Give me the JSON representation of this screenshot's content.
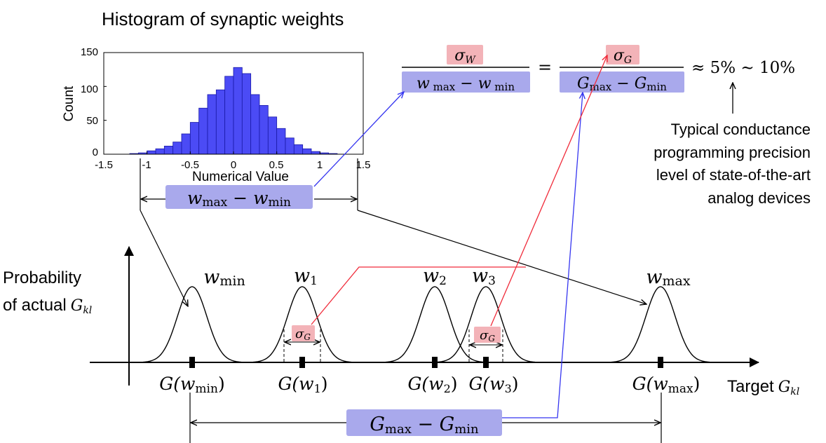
{
  "colors": {
    "hist_bar": "#4b4bf5",
    "hist_bar_edge": "#1a1aa8",
    "highlight_blue": "#a9a9ec",
    "highlight_red": "#f3b3b8",
    "arrow_blue": "#3535f0",
    "arrow_red": "#f02b3a",
    "line": "#000000"
  },
  "histogram": {
    "title": "Histogram of synaptic weights",
    "ylabel": "Count",
    "xlabel": "Numerical Value",
    "x_ticks": [
      "-1.5",
      "-1",
      "-0.5",
      "0",
      "0.5",
      "1",
      "1.5"
    ],
    "y_ticks": [
      "0",
      "50",
      "100",
      "150"
    ]
  },
  "chart_data": {
    "type": "bar",
    "title": "Histogram of synaptic weights",
    "xlabel": "Numerical Value",
    "ylabel": "Count",
    "xlim": [
      -1.5,
      1.5
    ],
    "ylim": [
      0,
      150
    ],
    "bin_width": 0.1,
    "bin_starts": [
      -1.2,
      -1.1,
      -1.0,
      -0.9,
      -0.8,
      -0.7,
      -0.6,
      -0.5,
      -0.4,
      -0.3,
      -0.2,
      -0.1,
      0.0,
      0.1,
      0.2,
      0.3,
      0.4,
      0.5,
      0.6,
      0.7,
      0.8,
      0.9,
      1.0,
      1.1
    ],
    "values": [
      1,
      2,
      5,
      8,
      12,
      18,
      30,
      47,
      68,
      88,
      95,
      115,
      128,
      119,
      88,
      72,
      55,
      38,
      24,
      14,
      8,
      4,
      2,
      1
    ]
  },
  "formula": {
    "num_left": "σ",
    "num_left_sub": "W",
    "den_left": "w max − w min",
    "equals": "=",
    "num_right": "σ",
    "num_right_sub": "G",
    "den_right": "G max − G min",
    "approx": "≈ 5% ∼ 10%"
  },
  "note": {
    "lines": [
      "Typical conductance",
      "programming precision",
      "level of state-of-the-art",
      "analog devices"
    ]
  },
  "range_labels": {
    "w_range": "w max − w min",
    "g_range": "G max − G min"
  },
  "axis": {
    "ylabel_line1": "Probability",
    "ylabel_line2": "of actual",
    "ylabel_sym": "G",
    "ylabel_sub": "kl",
    "xlabel_prefix": "Target",
    "xlabel_sym": "G",
    "xlabel_sub": "kl"
  },
  "peaks": [
    {
      "label": "w",
      "sub": "min",
      "target": "G(w",
      "target_sub": "min",
      "target_close": ")"
    },
    {
      "label": "w",
      "sub": "1",
      "target": "G(w",
      "target_sub": "1",
      "target_close": ")"
    },
    {
      "label": "w",
      "sub": "2",
      "target": "G(w",
      "target_sub": "2",
      "target_close": ")"
    },
    {
      "label": "w",
      "sub": "3",
      "target": "G(w",
      "target_sub": "3",
      "target_close": ")"
    },
    {
      "label": "w",
      "sub": "max",
      "target": "G(w",
      "target_sub": "max",
      "target_close": ")"
    }
  ],
  "sigma_badges": [
    {
      "sym": "σ",
      "sub": "G"
    },
    {
      "sym": "σ",
      "sub": "G"
    }
  ]
}
